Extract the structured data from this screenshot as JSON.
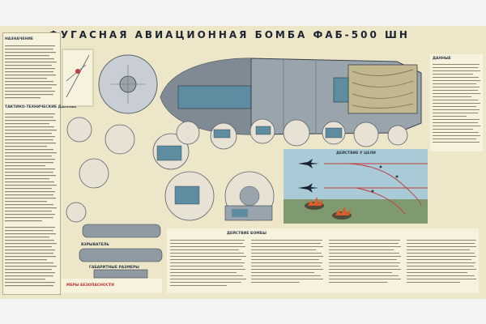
{
  "poster": {
    "title": "ФУГАСНАЯ АВИАЦИОННАЯ БОМБА ФАБ-500 ШН",
    "left_heading": "НАЗНАЧЕНИЕ",
    "left_subheading": "ТАКТИКО-ТЕХНИЧЕСКИЕ ДАННЫЕ",
    "right_heading": "ДАННЫЕ",
    "panel_heading": "ДЕЙСТВИЕ БОМБЫ",
    "scene_caption": "ДЕЙСТВИЕ У ЦЕЛИ",
    "warning": "МЕРЫ БЕЗОПАСНОСТИ",
    "fuse_caption": "ВЗРЫВАТЕЛЬ",
    "bomb_dims_caption": "ГАБАРИТНЫЕ РАЗМЕРЫ"
  },
  "colors": {
    "paper": "#ede6c9",
    "steel": "#9aa4ad",
    "steel_dark": "#55606b",
    "title": "#1b2431",
    "sky": "#a9cbd7",
    "ground": "#7f9a70",
    "trajectory": "#c33b3b",
    "parachute": "#c2b890"
  },
  "icons": [
    "bomb-body-icon",
    "parachute-pod-icon",
    "aircraft-icon",
    "explosion-icon",
    "fuse-detail-icon"
  ]
}
